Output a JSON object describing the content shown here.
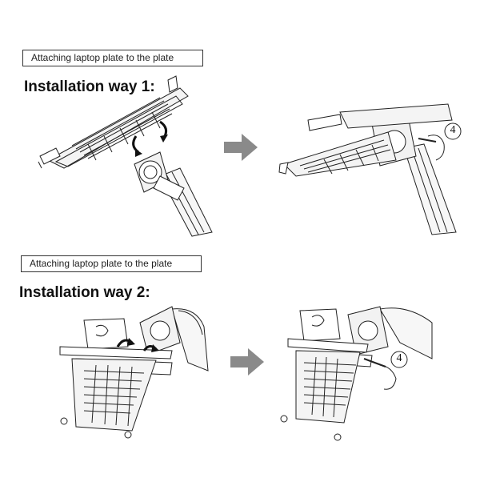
{
  "sections": [
    {
      "caption": "Attaching laptop plate to the plate",
      "heading": "Installation way 1:",
      "step_marker": "4"
    },
    {
      "caption": "Attaching laptop plate to the plate",
      "heading": "Installation way 2:",
      "step_marker": "4"
    }
  ],
  "colors": {
    "line": "#222222",
    "arrow": "#8a8a8a",
    "fill": "#f2f2f2"
  },
  "icons": [
    "flow-arrow-right-icon",
    "curved-arrow-icon"
  ]
}
